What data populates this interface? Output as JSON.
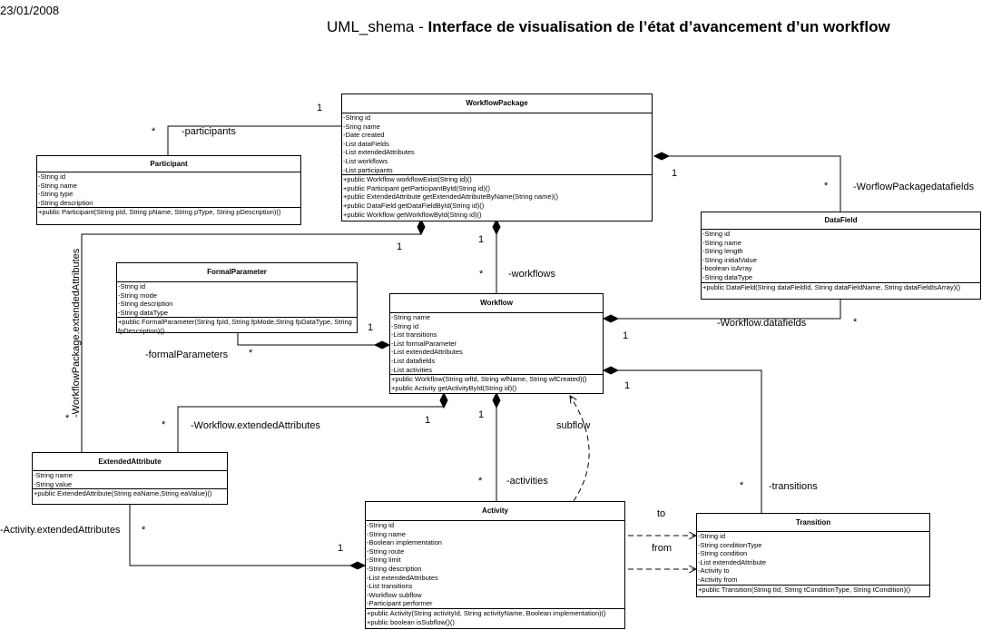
{
  "header": {
    "date": "23/01/2008",
    "title_prefix": "UML_shema - ",
    "title_main": "Interface de visualisation de l’état d’avancement d’un workflow"
  },
  "classes": {
    "workflow_package": {
      "name": "WorkflowPackage",
      "attributes": [
        "-String id",
        "-Sring name",
        "-Date created",
        "-List dataFields",
        "-List extendedAttributes",
        "-List workflows",
        "-List participants"
      ],
      "operations": [
        "+public Workflow workflowExist(String id)()",
        "+public Participant getParticipantById(String id)()",
        "+public ExtendedAttribute getExtendedAttributeByName(String name)()",
        "+public DataField getDataFieldById(String id)()",
        "+public Workflow getWorkflowById(String id)()"
      ]
    },
    "participant": {
      "name": "Participant",
      "attributes": [
        "-String id",
        "-String name",
        "-String type",
        "-String description"
      ],
      "operations": [
        "+public Participant(String pId, String pName, String pType, String pDescription)()"
      ]
    },
    "data_field": {
      "name": "DataField",
      "attributes": [
        "-String id",
        "-String name",
        "-String length",
        "-String initialValue",
        "-boolean isArray",
        "-String dataType"
      ],
      "operations": [
        "+public DataField(String dataFieldId, String dataFieldName, String dataFieldIsArray)()"
      ]
    },
    "formal_parameter": {
      "name": "FormalParameter",
      "attributes": [
        "-String id",
        "-String mode",
        "-String description",
        "-String dataType"
      ],
      "operations": [
        "+public FormalParameter(String fpId, String fpMode,String fpDataType, String fpDescription)()"
      ]
    },
    "workflow": {
      "name": "Workflow",
      "attributes": [
        "-String name",
        "-String id",
        "-List transitions",
        "-List formalParameter",
        "-List extendedAttributes",
        "-List datafields",
        "-List activities"
      ],
      "operations": [
        "+public Workflow(String wfId, String wfName, String wfCreated)()",
        "+public Activity getActivityById(String id)()"
      ]
    },
    "extended_attribute": {
      "name": "ExtendedAttribute",
      "attributes": [
        "-String name",
        "-String value"
      ],
      "operations": [
        "+public ExtendedAttribute(String eaName,String eaValue)()"
      ]
    },
    "activity": {
      "name": "Activity",
      "attributes": [
        "-String id",
        "-String name",
        "-Boolean implementation",
        "-String route",
        "-String limit",
        "-String description",
        "-List extendedAttributes",
        "-List transitions",
        "-Workflow subflow",
        "-Participant performer"
      ],
      "operations": [
        "+public Activity(String activityId, String activityName, Boolean implementation)()",
        "+public boolean isSubflow()()"
      ]
    },
    "transition": {
      "name": "Transition",
      "attributes": [
        "-String id",
        "-String conditionType",
        "-String condition",
        "-List extendedAttribute",
        "-Activity to",
        "-Activity from"
      ],
      "operations": [
        "+public Transition(String tId, String tConditionType, String tCondition)()"
      ]
    }
  },
  "labels": {
    "participants": "-participants",
    "wp_datafields": "-WorflowPackagedatafields",
    "workflows": "-workflows",
    "wp_ext_attrs": "-WorkflowPackage.extendedAttributes",
    "formal_parameters": "-formalParameters",
    "wf_datafields": "-Workflow.datafields",
    "wf_ext_attrs": "-Workflow.extendedAttributes",
    "subflow": "subflow",
    "activities": "-activities",
    "transitions": "-transitions",
    "act_ext_attrs": "-Activity.extendedAttributes",
    "to": "to",
    "from": "from",
    "m_participants_one": "1",
    "m_participants_many": "*",
    "m_wpdf_one": "1",
    "m_wpdf_many": "*",
    "m_wpea_one": "1",
    "m_wpea_many": "*",
    "m_wf_one": "1",
    "m_wf_many": "*",
    "m_fp_one": "1",
    "m_fp_many": "*",
    "m_wfdf_one": "1",
    "m_wfdf_many": "*",
    "m_tr_one": "1",
    "m_tr_many": "*",
    "m_wfea_one": "1",
    "m_wfea_many": "*",
    "m_act_one": "1",
    "m_act_many": "*",
    "m_aea_one": "1",
    "m_aea_many": "*"
  }
}
